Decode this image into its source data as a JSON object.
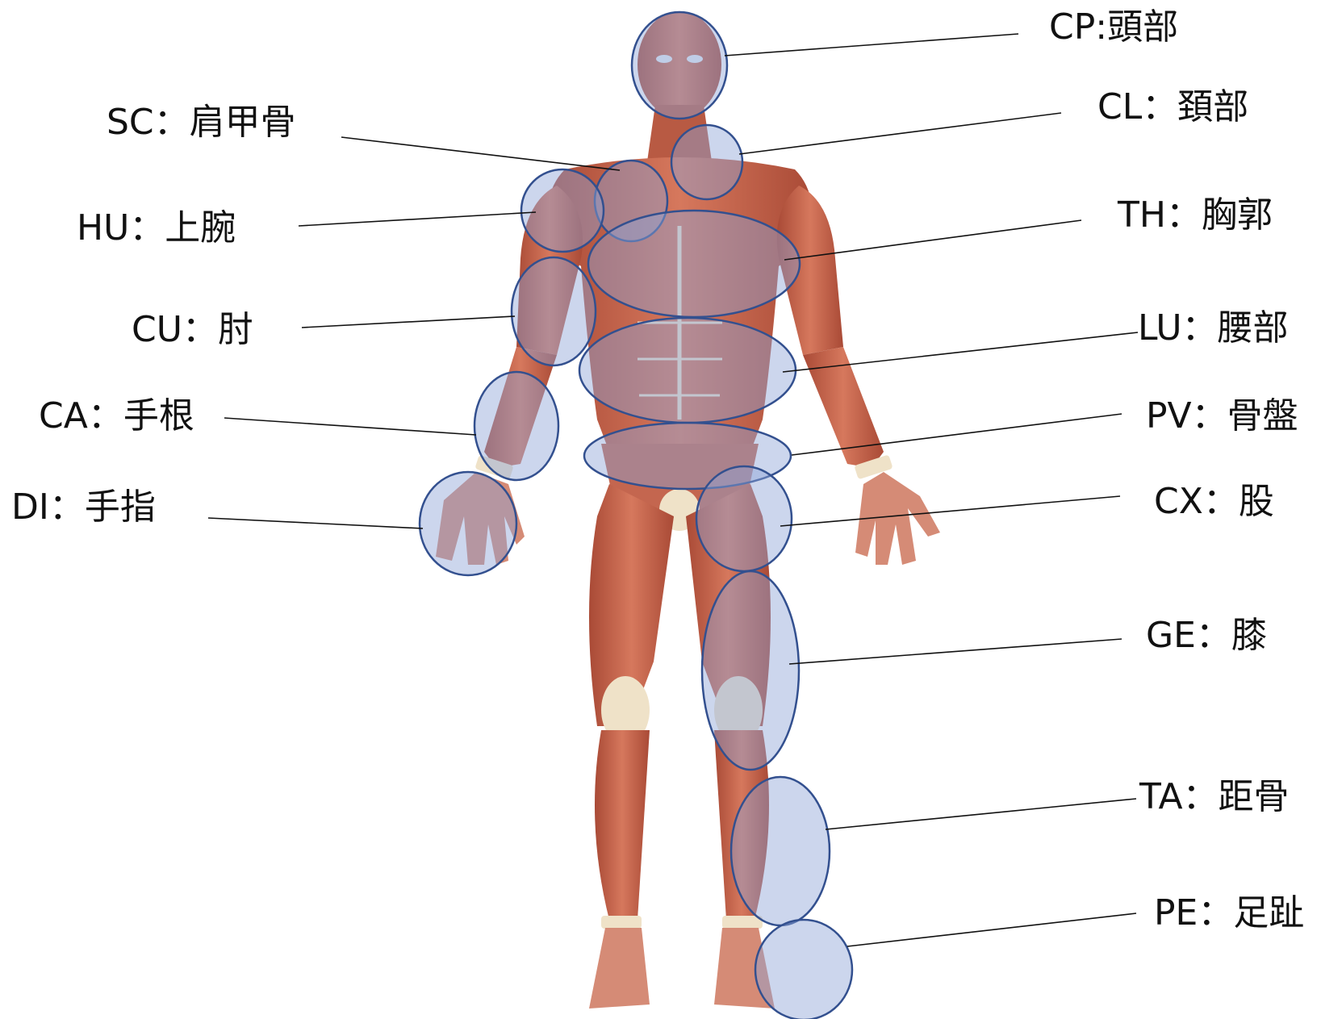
{
  "labels": {
    "cp": "CP:頭部",
    "cl": "CL：頚部",
    "sc": "SC：肩甲骨",
    "hu": "HU：上腕",
    "th": "TH：胸郭",
    "cu": "CU：肘",
    "lu": "LU：腰部",
    "ca": "CA：手根",
    "pv": "PV：骨盤",
    "di": "DI：手指",
    "cx": "CX：股",
    "ge": "GE：膝",
    "ta": "TA：距骨",
    "pe": "PE：足趾"
  },
  "colors": {
    "region_fill": "#8fa3d8",
    "region_stroke": "#33508f",
    "muscle": "#c8604a",
    "tendon": "#efe2c8"
  }
}
